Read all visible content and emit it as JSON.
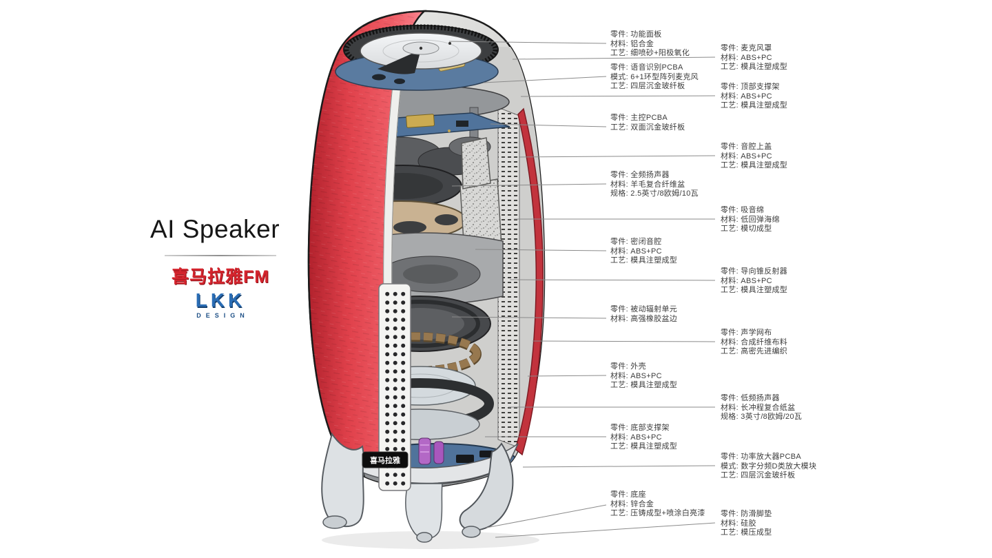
{
  "title": "AI Speaker",
  "brand": {
    "ximalaya": "喜马拉雅FM",
    "lkk": "LKK",
    "design": "DESIGN"
  },
  "speaker_badge": "喜马拉雅",
  "colors": {
    "shell_red": "#e0414b",
    "pcb_blue": "#50739b",
    "bronze_ring": "#97784f",
    "logo_red": "#d5252e",
    "logo_blue": "#2a6db5",
    "leader_line": "#8a8a8a"
  },
  "annotations": {
    "left": [
      {
        "lines": [
          "零件: 功能面板",
          "材料: 铝合金",
          "工艺: 细喷砂+阳极氧化"
        ]
      },
      {
        "lines": [
          "零件: 语音识别PCBA",
          "模式: 6+1环型阵列麦克风",
          "工艺: 四层沉金玻纤板"
        ]
      },
      {
        "lines": [
          "零件: 主控PCBA",
          "工艺: 双面沉金玻纤板"
        ]
      },
      {
        "lines": [
          "零件: 全频扬声器",
          "材料: 羊毛复合纤维盆",
          "规格: 2.5英寸/8欧姆/10瓦"
        ]
      },
      {
        "lines": [
          "零件: 密闭音腔",
          "材料: ABS+PC",
          "工艺: 模具注塑成型"
        ]
      },
      {
        "lines": [
          "零件: 被动辐射单元",
          "材料: 高强橡胶盆边"
        ]
      },
      {
        "lines": [
          "零件: 外壳",
          "材料: ABS+PC",
          "工艺: 模具注塑成型"
        ]
      },
      {
        "lines": [
          "零件: 底部支撑架",
          "材料: ABS+PC",
          "工艺: 模具注塑成型"
        ]
      },
      {
        "lines": [
          "零件: 底座",
          "材料: 锌合金",
          "工艺: 压铸成型+喷涂白亮漆"
        ]
      }
    ],
    "right": [
      {
        "lines": [
          "零件: 麦克风罩",
          "材料: ABS+PC",
          "工艺: 模具注塑成型"
        ]
      },
      {
        "lines": [
          "零件: 顶部支撑架",
          "材料: ABS+PC",
          "工艺: 模具注塑成型"
        ]
      },
      {
        "lines": [
          "零件: 音腔上盖",
          "材料: ABS+PC",
          "工艺: 模具注塑成型"
        ]
      },
      {
        "lines": [
          "零件: 吸音绵",
          "材料: 低回弹海绵",
          "工艺: 模切成型"
        ]
      },
      {
        "lines": [
          "零件: 导向锥反射器",
          "材料: ABS+PC",
          "工艺: 模具注塑成型"
        ]
      },
      {
        "lines": [
          "零件: 声学网布",
          "材料: 合成纤维布料",
          "工艺: 高密先进编织"
        ]
      },
      {
        "lines": [
          "零件: 低频扬声器",
          "材料: 长冲程复合纸盆",
          "规格: 3英寸/8欧姆/20瓦"
        ]
      },
      {
        "lines": [
          "零件: 功率放大器PCBA",
          "模式: 数字分频D类放大模块",
          "工艺: 四层沉金玻纤板"
        ]
      },
      {
        "lines": [
          "零件: 防滑脚垫",
          "材料: 硅胶",
          "工艺: 模压成型"
        ]
      }
    ]
  }
}
